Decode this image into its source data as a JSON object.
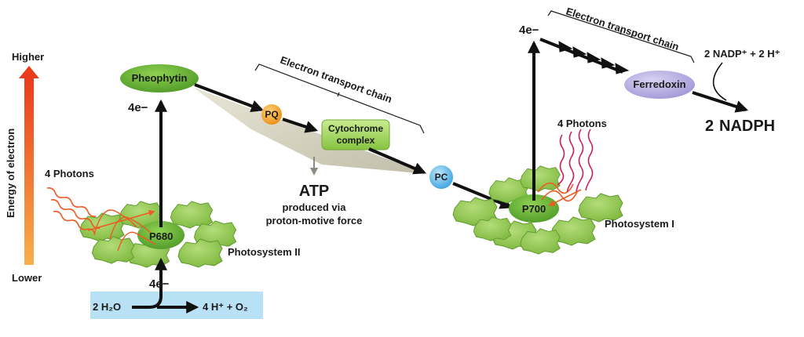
{
  "energy_axis": {
    "title": "Energy of electron",
    "high": "Higher",
    "low": "Lower"
  },
  "photosystem2": {
    "label": "Photosystem II",
    "reaction_center": "P680",
    "photons": "4 Photons",
    "electrons_up": "4e−",
    "electrons_in": "4e−"
  },
  "water_box": {
    "h2o": "2 H₂O",
    "products": "4 H⁺  +  O₂"
  },
  "pheophytin": "Pheophytin",
  "etc1": {
    "label": "Electron transport chain",
    "pq": "PQ",
    "cytochrome_line1": "Cytochrome",
    "cytochrome_line2": "complex",
    "pc": "PC"
  },
  "atp": {
    "title": "ATP",
    "line1": "produced via",
    "line2": "proton-motive force"
  },
  "photosystem1": {
    "label": "Photosystem I",
    "reaction_center": "P700",
    "photons": "4 Photons",
    "electrons_up": "4e−"
  },
  "etc2": {
    "label": "Electron transport chain",
    "ferredoxin": "Ferredoxin"
  },
  "nadp": {
    "reactants": "2 NADP⁺  +  2 H⁺",
    "product_count": "2",
    "product": "NADPH"
  },
  "colors": {
    "orange_arrow": "#ee5a22",
    "atp_red": "#d9263a",
    "nadph_blue": "#1f76c2",
    "leaf_green": "#8cc63f",
    "water_box": "#b9e1f6"
  }
}
